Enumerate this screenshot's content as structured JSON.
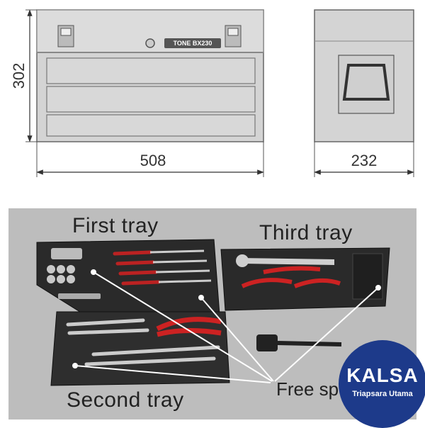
{
  "dimensions": {
    "height": "302",
    "width": "508",
    "depth": "232"
  },
  "brand_badge": "TONE BX230",
  "trays": {
    "first": "First tray",
    "second": "Second tray",
    "third": "Third tray",
    "free_space": "Free sp"
  },
  "logo": {
    "name": "KALSA",
    "subtitle": "Triapsara Utama",
    "color": "#1d3a8a"
  }
}
